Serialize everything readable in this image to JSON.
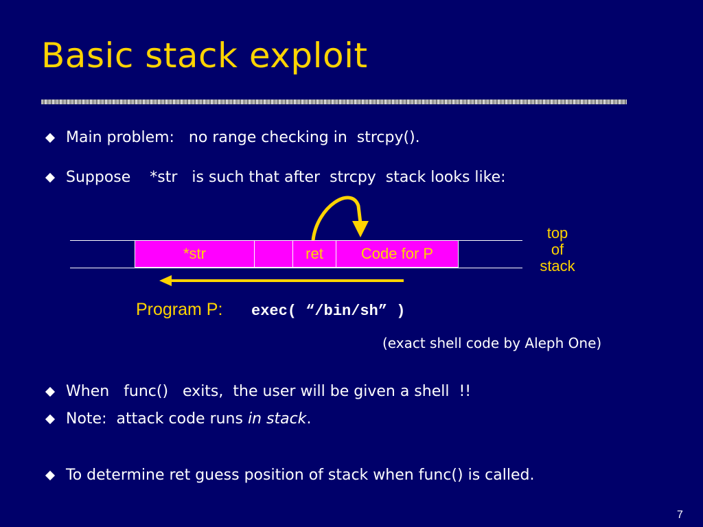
{
  "slide": {
    "title": "Basic stack exploit",
    "page_number": "7",
    "colors": {
      "background": "#00006a",
      "title": "#ffd400",
      "stack_fill": "#ff00ff",
      "text": "#ffffff"
    }
  },
  "bullets": {
    "b1": "Main problem:   no range checking in  strcpy().",
    "b2": "Suppose    *str   is such that after  strcpy  stack looks like:",
    "b3": "When   func()   exits,  the user will be given a shell  !!",
    "b4_pre": "Note:  attack code runs ",
    "b4_ital": "in stack",
    "b4_post": ".",
    "b5": "To determine ret guess position of stack when func() is called."
  },
  "stack": {
    "seg_str": "*str",
    "seg_ret": "ret",
    "seg_code": "Code for P",
    "top_of_stack": [
      "top",
      "of",
      "stack"
    ]
  },
  "program": {
    "label": "Program P:",
    "code": "exec( “/bin/sh” )",
    "note": "(exact shell code by Aleph One)"
  },
  "icons": {
    "bullet": "diamond-bullet-icon",
    "curved_arrow": "curved-arrow-icon",
    "left_arrow": "left-arrow-icon"
  }
}
